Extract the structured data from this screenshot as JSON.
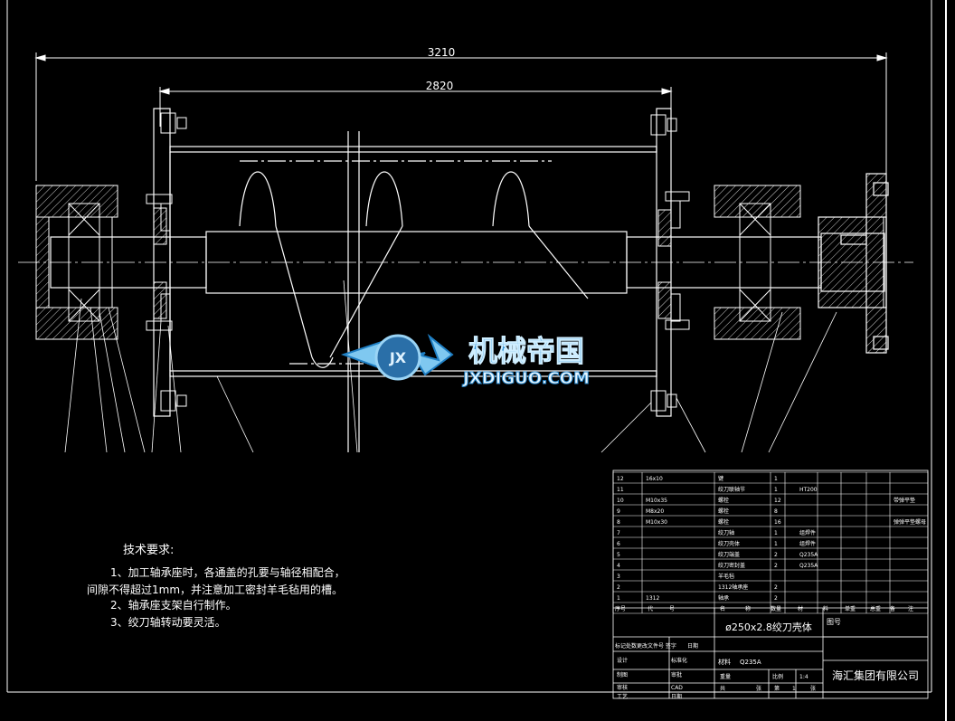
{
  "dimensions": {
    "overall": "3210",
    "inner": "2820"
  },
  "watermark": {
    "brand": "机械帝国",
    "site": "JXDIGUO.COM",
    "emblem": "JX"
  },
  "tech_requirements": {
    "title": "技术要求:",
    "lines": [
      "1、加工轴承座时，各通盖的孔要与轴径相配合，",
      "间隙不得超过1mm，并注意加工密封羊毛毡用的槽。",
      "2、轴承座支架自行制作。",
      "3、绞刀轴转动要灵活。"
    ]
  },
  "bom": {
    "rows": [
      {
        "no": "12",
        "code": "16x10",
        "name": "键",
        "qty": "1",
        "material": "",
        "note": ""
      },
      {
        "no": "11",
        "code": "",
        "name": "绞刀联轴节",
        "qty": "1",
        "material": "HT200",
        "note": ""
      },
      {
        "no": "10",
        "code": "M10x35",
        "name": "螺栓",
        "qty": "12",
        "material": "",
        "note": "带弹平垫"
      },
      {
        "no": "9",
        "code": "M8x20",
        "name": "螺栓",
        "qty": "8",
        "material": "",
        "note": ""
      },
      {
        "no": "8",
        "code": "M10x30",
        "name": "螺栓",
        "qty": "16",
        "material": "",
        "note": "弹弹平垫螺母"
      },
      {
        "no": "7",
        "code": "",
        "name": "绞刀轴",
        "qty": "1",
        "material": "组焊件",
        "note": ""
      },
      {
        "no": "6",
        "code": "",
        "name": "绞刀壳体",
        "qty": "1",
        "material": "组焊件",
        "note": ""
      },
      {
        "no": "5",
        "code": "",
        "name": "绞刀端盖",
        "qty": "2",
        "material": "Q235A",
        "note": ""
      },
      {
        "no": "4",
        "code": "",
        "name": "绞刀密封盖",
        "qty": "2",
        "material": "Q235A",
        "note": ""
      },
      {
        "no": "3",
        "code": "",
        "name": "羊毛毡",
        "qty": "",
        "material": "",
        "note": ""
      },
      {
        "no": "2",
        "code": "",
        "name": "1312轴承座",
        "qty": "2",
        "material": "",
        "note": ""
      },
      {
        "no": "1",
        "code": "1312",
        "name": "轴承",
        "qty": "2",
        "material": "",
        "note": ""
      }
    ],
    "headers": [
      "序号",
      "代",
      "号",
      "名",
      "称",
      "数量",
      "材",
      "料",
      "单重",
      "总重",
      "备",
      "注"
    ]
  },
  "title_block": {
    "part_name": "ø250x2.8绞刀壳体",
    "drawing_no_label": "图号",
    "revision_header": "标记处数更改文件号  签字",
    "date_label": "日期",
    "design": "设计",
    "standardize": "标准化",
    "draw": "制图",
    "review": "审批",
    "check": "审核",
    "cad": "CAD",
    "process": "工艺",
    "date2": "日期",
    "material_label": "材料",
    "material": "Q235A",
    "weight": "重量",
    "scale_label": "比例",
    "scale": "1:4",
    "total_label": "共",
    "sheet_label": "张",
    "page_label": "第",
    "page": "1",
    "sheet_suffix": "张",
    "company": "海汇集团有限公司"
  },
  "colors": {
    "line": "#ffffff",
    "background": "#000000",
    "watermark_blue": "#1f7fc4",
    "watermark_light": "#7fc8f0"
  }
}
